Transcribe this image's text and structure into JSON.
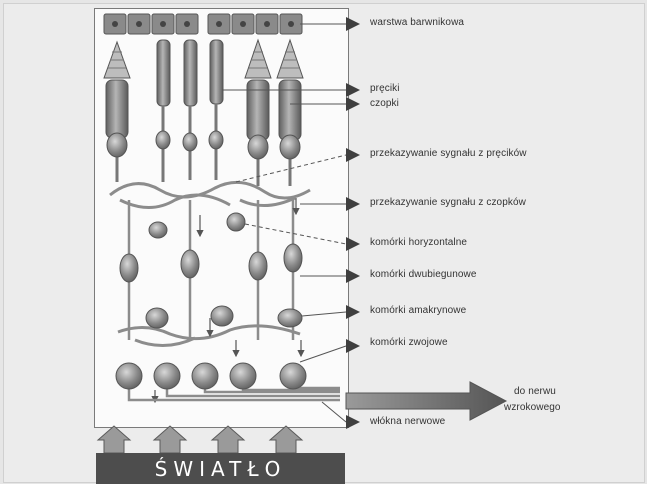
{
  "labels": {
    "pigment_layer": "warstwa barwnikowa",
    "rods": "pręciki",
    "cones": "czopki",
    "rod_signal": "przekazywanie sygnału z pręcików",
    "cone_signal": "przekazywanie sygnału z czopków",
    "horizontal_cells": "komórki horyzontalne",
    "bipolar_cells": "komórki dwubiegunowe",
    "amacrine_cells": "komórki amakrynowe",
    "ganglion_cells": "komórki zwojowe",
    "nerve_fibers": "włókna nerwowe",
    "to_optic_nerve_line1": "do nerwu",
    "to_optic_nerve_line2": "wzrokowego",
    "light": "ŚWIATŁO"
  },
  "colors": {
    "cell_fill": "#7f7f7f",
    "cell_dark": "#5a5a5a",
    "arrow": "#595959",
    "light_bar": "#4d4d4d",
    "background": "#e6e6e6"
  }
}
